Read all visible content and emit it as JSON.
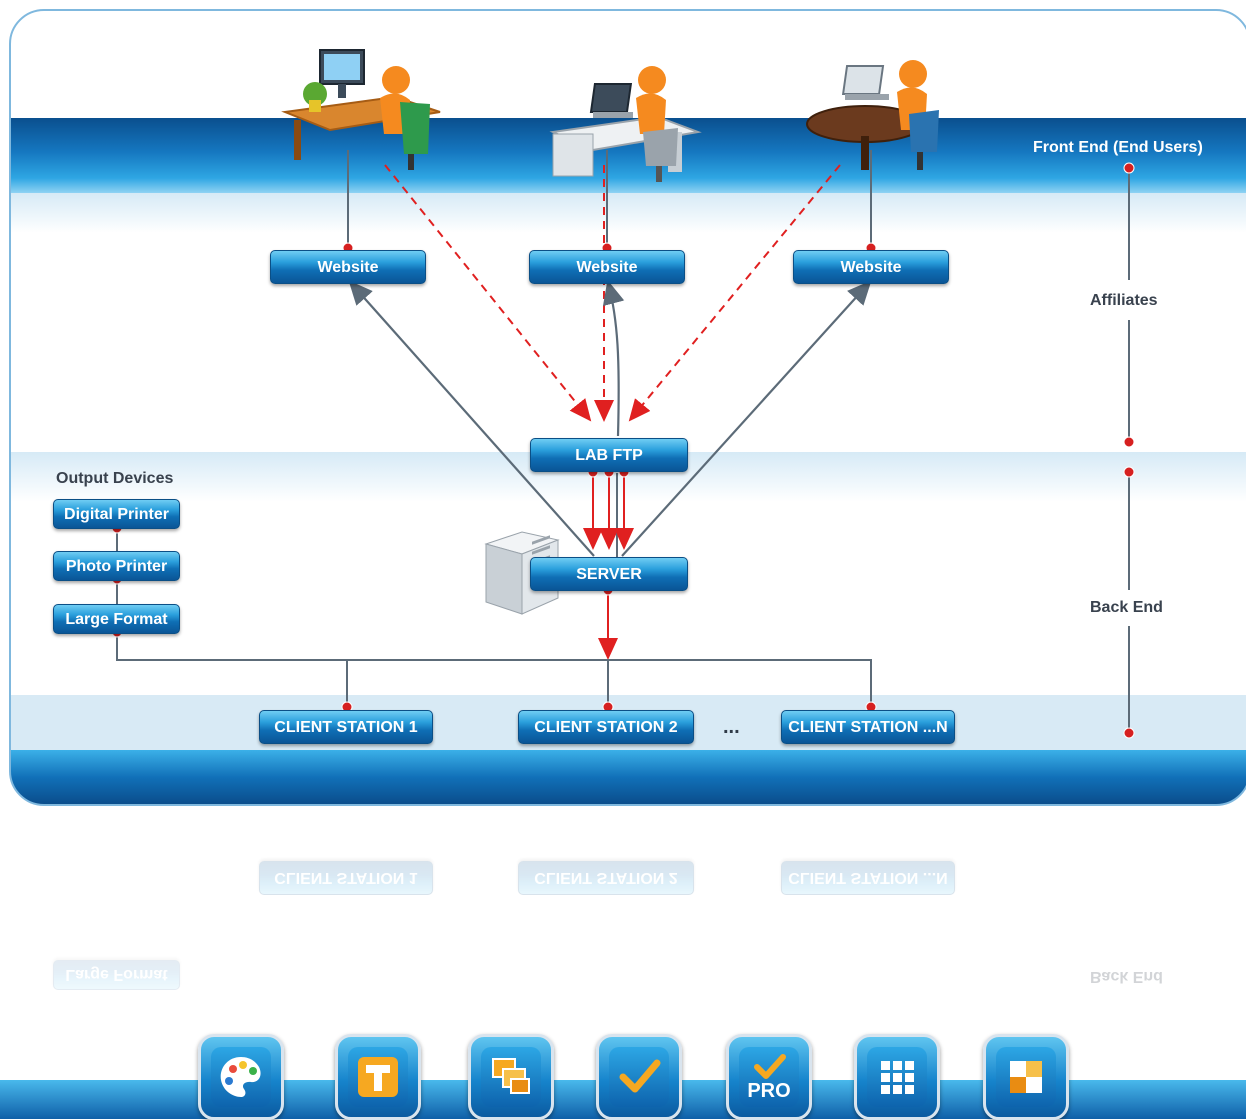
{
  "layers": {
    "front_end": "Front End (End Users)",
    "affiliates": "Affiliates",
    "back_end": "Back End"
  },
  "nodes": {
    "website_1": "Website",
    "website_2": "Website",
    "website_3": "Website",
    "lab_ftp": "LAB FTP",
    "server": "SERVER",
    "client_1": "CLIENT STATION 1",
    "client_2": "CLIENT STATION 2",
    "client_n": "CLIENT STATION ...N",
    "ellipsis": "..."
  },
  "output_devices": {
    "title": "Output Devices",
    "items": [
      "Digital Printer",
      "Photo Printer",
      "Large Format"
    ]
  },
  "toolbar": {
    "icons": [
      "palette-icon",
      "text-tool-icon",
      "layers-icon",
      "checkmark-icon",
      "pro-checkmark-icon",
      "grid-icon",
      "crop-icon"
    ],
    "pro_label": "PRO"
  },
  "colors": {
    "accent_blue": "#0f6fb5",
    "connector_grey": "#5c6b78",
    "flow_red": "#e02020"
  }
}
